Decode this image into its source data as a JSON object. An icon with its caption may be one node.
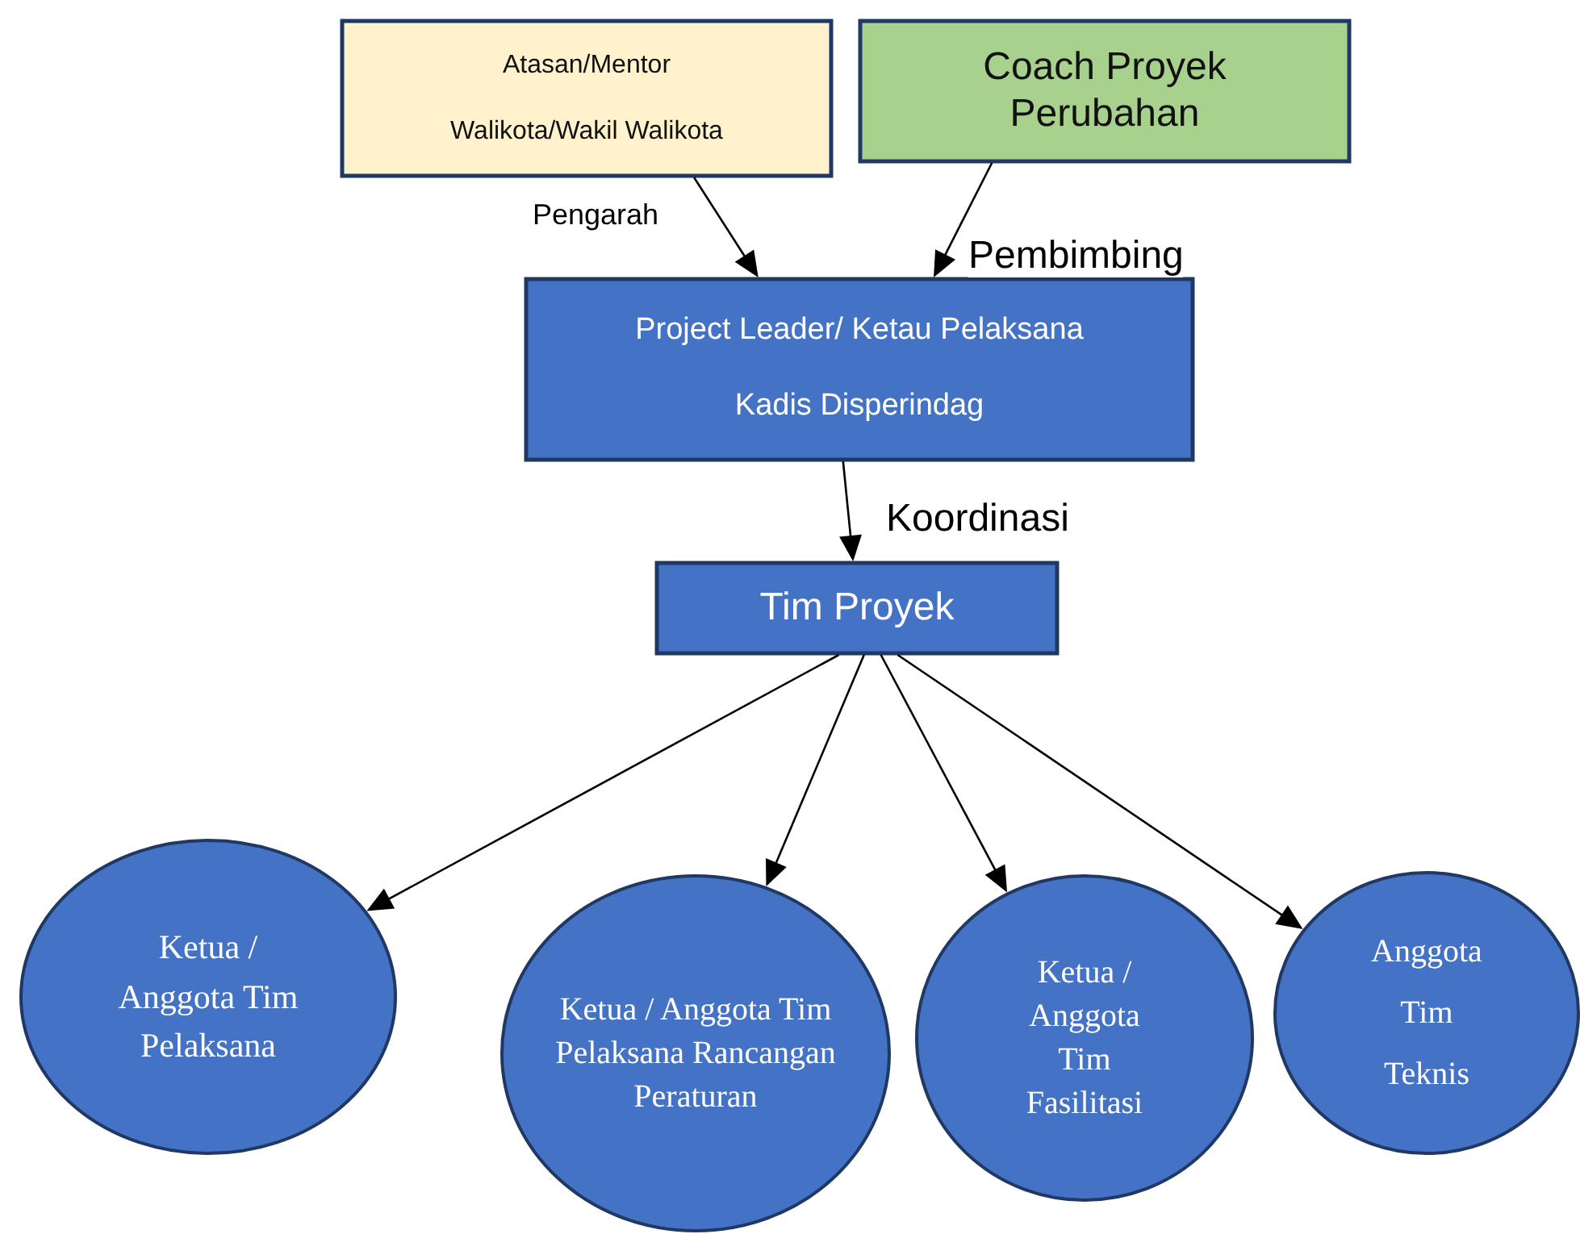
{
  "diagram": {
    "nodes": [
      {
        "text": [
          "Atasan/Mentor",
          "Walikota/Wakil Walikota"
        ]
      },
      {
        "text": [
          "Coach Proyek Perubahan"
        ]
      },
      {
        "text": [
          "Project Leader/ Ketau Pelaksana",
          "Kadis Disperindag"
        ]
      },
      {
        "text": [
          "Tim Proyek"
        ]
      },
      {
        "text": [
          "Ketua / Anggota Tim Pelaksana"
        ]
      },
      {
        "text": [
          "Ketua / Anggota Tim Pelaksana Rancangan Peraturan"
        ]
      },
      {
        "text": [
          "Ketua / Anggota Tim Fasilitasi"
        ]
      },
      {
        "text": [
          "Anggota Tim Teknis"
        ]
      }
    ],
    "edges": [
      {
        "from": 0,
        "to": 2,
        "arrow": "to",
        "label": "Pengarah"
      },
      {
        "from": 1,
        "to": 2,
        "arrow": "to",
        "label": "Pembimbing"
      },
      {
        "from": 2,
        "to": 3,
        "arrow": "to",
        "label": "Koordinasi"
      },
      {
        "from": 3,
        "to": 4,
        "arrow": "to"
      },
      {
        "from": 3,
        "to": 5,
        "arrow": "to"
      },
      {
        "from": 3,
        "to": 6,
        "arrow": "to"
      },
      {
        "from": 3,
        "to": 7,
        "arrow": "to"
      }
    ]
  }
}
